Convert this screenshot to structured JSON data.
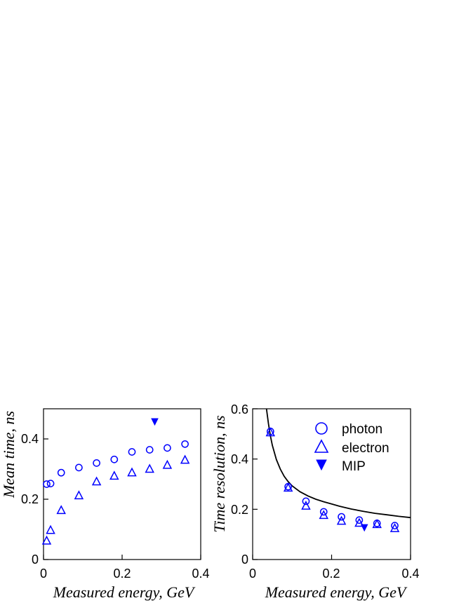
{
  "colors": {
    "marker": "#0000ff",
    "fit": "#000000",
    "axis": "#000000"
  },
  "chart_data": [
    {
      "type": "scatter",
      "title": "",
      "xlabel": "Measured energy, GeV",
      "ylabel": "Mean time, ns",
      "xlim": [
        0,
        0.4
      ],
      "ylim": [
        0,
        0.5
      ],
      "xticks": [
        "0",
        "0.2",
        "0.4"
      ],
      "yticks": [
        "0",
        "0.2",
        "0.4"
      ],
      "xtick_values": [
        0,
        0.2,
        0.4
      ],
      "ytick_values": [
        0,
        0.2,
        0.4
      ],
      "grid": false,
      "series": [
        {
          "marker": "circle",
          "x": [
            0.008,
            0.018,
            0.045,
            0.09,
            0.135,
            0.18,
            0.225,
            0.27,
            0.315,
            0.36
          ],
          "y": [
            0.25,
            0.252,
            0.288,
            0.305,
            0.32,
            0.332,
            0.357,
            0.364,
            0.37,
            0.383
          ]
        },
        {
          "marker": "triangle-up",
          "x": [
            0.008,
            0.018,
            0.045,
            0.09,
            0.135,
            0.18,
            0.225,
            0.27,
            0.315,
            0.36
          ],
          "y": [
            0.062,
            0.097,
            0.163,
            0.212,
            0.258,
            0.277,
            0.288,
            0.3,
            0.313,
            0.33
          ]
        },
        {
          "marker": "triangle-down",
          "x": [
            0.283
          ],
          "y": [
            0.458
          ]
        }
      ]
    },
    {
      "type": "scatter",
      "title": "",
      "xlabel": "Measured energy, GeV",
      "ylabel": "Time resolution, ns",
      "xlim": [
        0,
        0.4
      ],
      "ylim": [
        0,
        0.6
      ],
      "xticks": [
        "0",
        "0.2",
        "0.4"
      ],
      "yticks": [
        "0",
        "0.2",
        "0.4",
        "0.6"
      ],
      "xtick_values": [
        0,
        0.2,
        0.4
      ],
      "ytick_values": [
        0,
        0.2,
        0.4,
        0.6
      ],
      "grid": false,
      "legend_position": "top-right",
      "series": [
        {
          "name": "photon",
          "marker": "circle",
          "x": [
            0.045,
            0.09,
            0.135,
            0.18,
            0.225,
            0.27,
            0.315,
            0.36
          ],
          "y": [
            0.51,
            0.29,
            0.232,
            0.19,
            0.17,
            0.157,
            0.144,
            0.135
          ]
        },
        {
          "name": "electron",
          "marker": "triangle-up",
          "x": [
            0.045,
            0.09,
            0.135,
            0.18,
            0.225,
            0.27,
            0.315,
            0.36
          ],
          "y": [
            0.505,
            0.285,
            0.213,
            0.176,
            0.153,
            0.145,
            0.14,
            0.124
          ]
        },
        {
          "name": "MIP",
          "marker": "triangle-down",
          "x": [
            0.283
          ],
          "y": [
            0.128
          ]
        }
      ],
      "fit_curve": {
        "type": "line",
        "x": [
          0.035,
          0.04,
          0.045,
          0.05,
          0.06,
          0.07,
          0.08,
          0.09,
          0.1,
          0.12,
          0.14,
          0.16,
          0.18,
          0.2,
          0.22,
          0.25,
          0.28,
          0.31,
          0.34,
          0.37,
          0.4
        ],
        "y": [
          0.603,
          0.541,
          0.492,
          0.454,
          0.398,
          0.36,
          0.331,
          0.31,
          0.293,
          0.27,
          0.253,
          0.24,
          0.23,
          0.221,
          0.212,
          0.201,
          0.192,
          0.184,
          0.178,
          0.172,
          0.167
        ]
      }
    }
  ]
}
